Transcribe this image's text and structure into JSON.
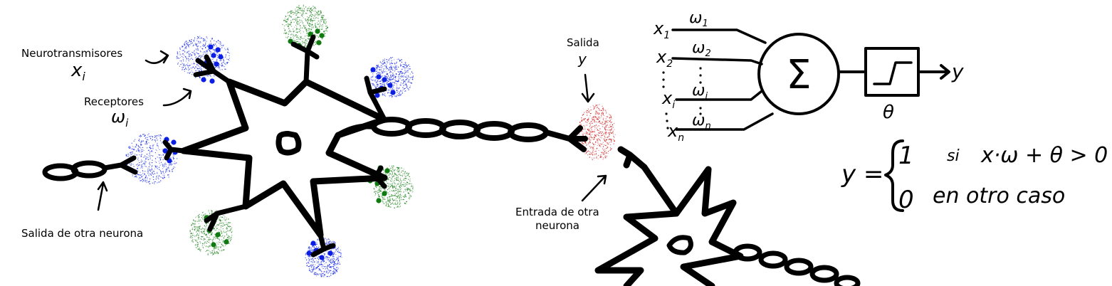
{
  "labels": {
    "neurotransmisores": "Neurotransmisores",
    "xi": "x",
    "xi_sub": "i",
    "receptores": "Receptores",
    "wi": "ω",
    "wi_sub": "i",
    "salida_otra": "Salida de otra neurona",
    "salida": "Salida",
    "salida_y": "y",
    "entrada_line1": "Entrada de otra",
    "entrada_line2": "neurona"
  },
  "perceptron": {
    "inputs": [
      {
        "x": "x",
        "x_sub": "1",
        "w": "ω",
        "w_sub": "1"
      },
      {
        "x": "x",
        "x_sub": "2",
        "w": "ω",
        "w_sub": "2"
      },
      {
        "x": "x",
        "x_sub": "i",
        "w": "ω",
        "w_sub": "i"
      },
      {
        "x": "x",
        "x_sub": "n",
        "w": "ω",
        "w_sub": "n"
      }
    ],
    "sum_symbol": "Σ",
    "threshold": "θ",
    "output": "y"
  },
  "formula": {
    "lhs": "y =",
    "case1_value": "1",
    "case1_cond_word": "si",
    "case1_cond_expr": "x·ω + θ > 0",
    "case2_value": "0",
    "case2_cond": "en otro caso"
  },
  "colors": {
    "blue": "#0a1ee6",
    "green": "#0f7a0f",
    "red": "#c81010",
    "ink": "#000000"
  }
}
